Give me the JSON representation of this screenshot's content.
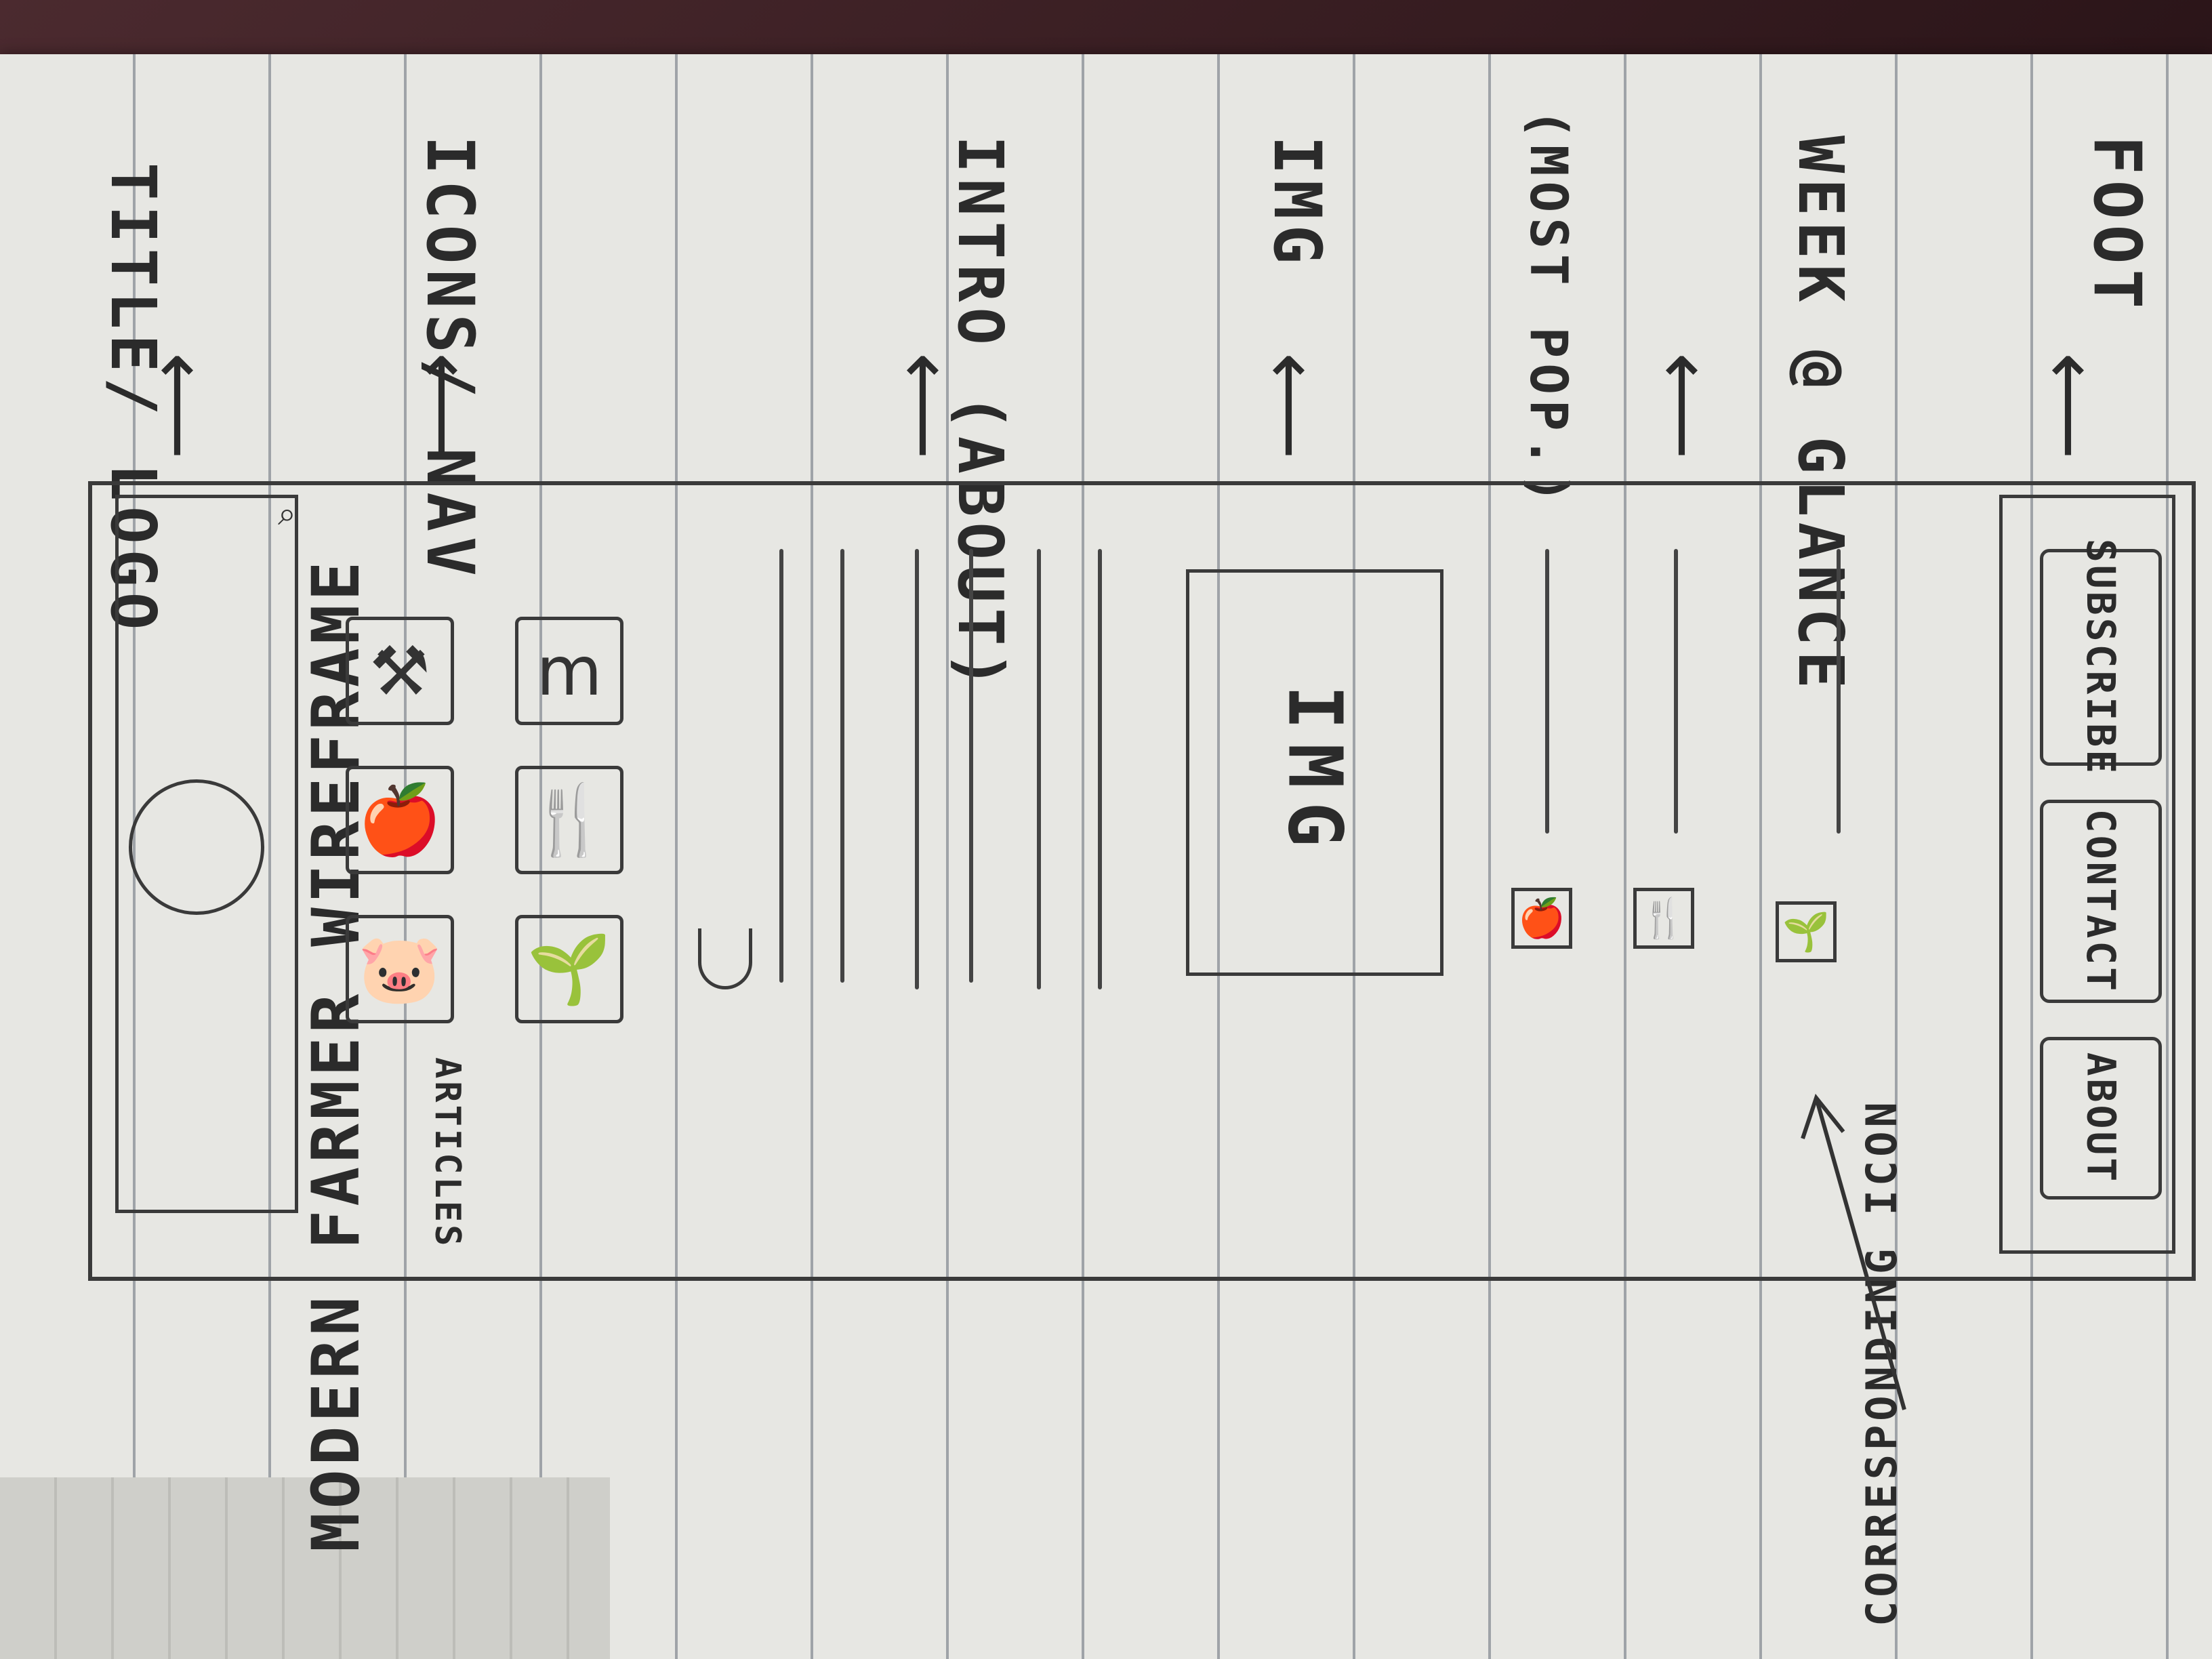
{
  "title": "MODERN FARMER WIREFRAME",
  "annotations": {
    "title_logo": "TITLE/ LOGO",
    "icons_nav": "ICONS/ NAV",
    "intro": "INTRO (ABOUT)",
    "img": "IMG",
    "most_pop": "(MOST POP.)",
    "week": "WEEK @ GLANCE",
    "foot": "FOOT",
    "corresponding": "CORRESPONDING ICON"
  },
  "nav": {
    "articles_label": "ARTICLES",
    "icons": [
      "pig-icon",
      "apple-icon",
      "shovel-icon",
      "plant-icon",
      "fork-knife-icon",
      "calendar-icon"
    ],
    "glyphs": [
      "🐷",
      "🍎",
      "⚒",
      "🌱",
      "🍴",
      "m"
    ]
  },
  "image_label": "IMG",
  "week_items": [
    {
      "icon": "apple-icon",
      "glyph": "🍎"
    },
    {
      "icon": "fork-knife-icon",
      "glyph": "🍴"
    },
    {
      "icon": "plant-icon",
      "glyph": "🌱"
    }
  ],
  "footer": {
    "about": "ABOUT",
    "contact": "CONTACT",
    "subscribe": "SUBSCRIBE"
  }
}
